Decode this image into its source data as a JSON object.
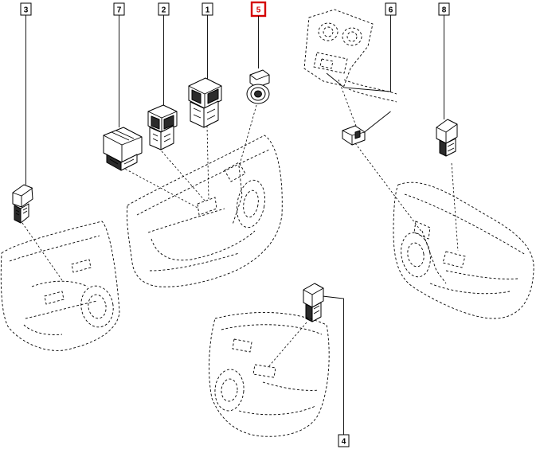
{
  "callouts": [
    {
      "label": "3",
      "highlight": false
    },
    {
      "label": "7",
      "highlight": false
    },
    {
      "label": "2",
      "highlight": false
    },
    {
      "label": "1",
      "highlight": false
    },
    {
      "label": "5",
      "highlight": true
    },
    {
      "label": "6",
      "highlight": false
    },
    {
      "label": "8",
      "highlight": false
    },
    {
      "label": "4",
      "highlight": false
    }
  ],
  "colors": {
    "ink": "#000000",
    "highlight": "#d40000",
    "background": "#ffffff"
  }
}
